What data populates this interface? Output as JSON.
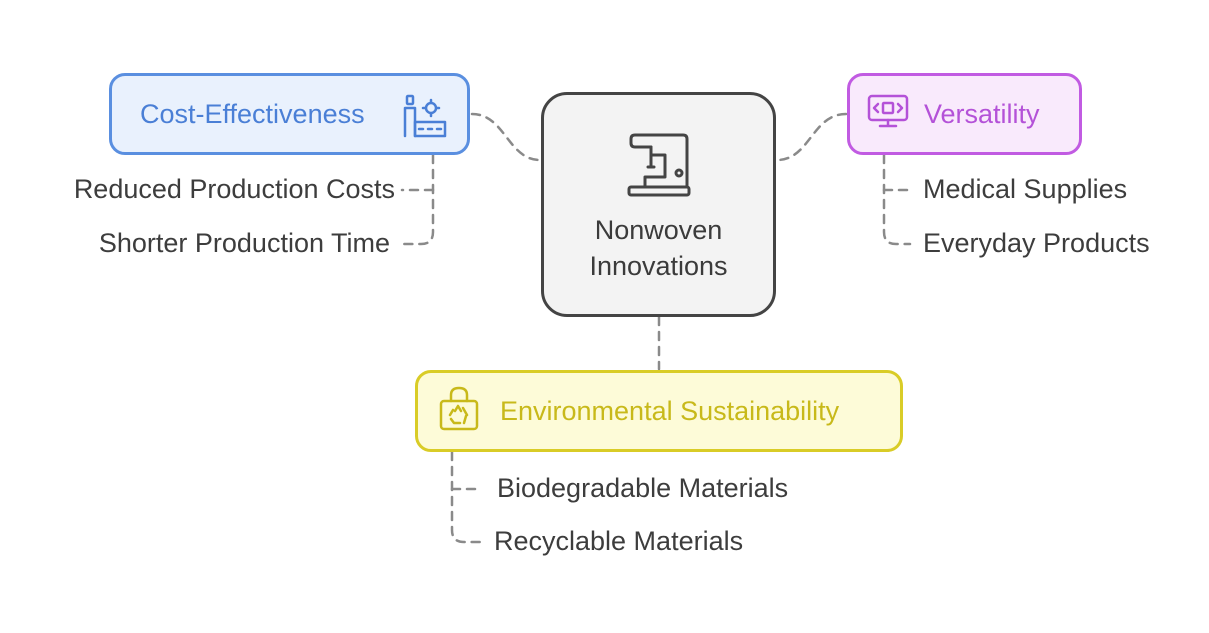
{
  "center": {
    "title_line1": "Nonwoven",
    "title_line2": "Innovations",
    "icon": "sewing-machine-icon"
  },
  "branches": {
    "cost": {
      "label": "Cost-Effectiveness",
      "icon": "factory-icon",
      "color": "#4a7fd6",
      "items": [
        "Reduced Production Costs",
        "Shorter Production Time"
      ]
    },
    "versatility": {
      "label": "Versatility",
      "icon": "monitor-code-icon",
      "color": "#b452d8",
      "items": [
        "Medical Supplies",
        "Everyday Products"
      ]
    },
    "environment": {
      "label": "Environmental Sustainability",
      "icon": "recycle-bag-icon",
      "color": "#c8b91a",
      "items": [
        "Biodegradable Materials",
        "Recyclable Materials"
      ]
    }
  }
}
